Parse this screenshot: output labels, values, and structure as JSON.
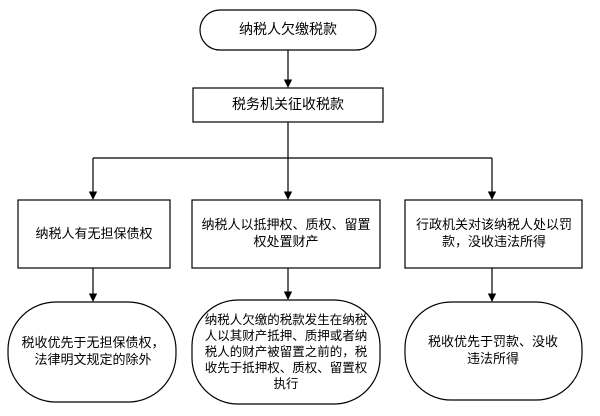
{
  "nodes": {
    "start": "纳税人欠缴税款",
    "collect": "税务机关征收税款",
    "case1": "纳税人有无担保债权",
    "case2": "纳税人以抵押权、质权、留置权处置财产",
    "case3": "行政机关对该纳税人处以罚款，没收违法所得",
    "result1": "税收优先于无担保债权，法律明文规定的除外",
    "result2": "纳税人欠缴的税款发生在纳税人以其财产抵押、质押或者纳税人的财产被留置之前的，税收先于抵押权、质权、留置权执行",
    "result3": "税收优先于罚款、没收违法所得"
  },
  "colors": {
    "stroke": "#000000",
    "fill": "#ffffff",
    "text": "#000000"
  }
}
